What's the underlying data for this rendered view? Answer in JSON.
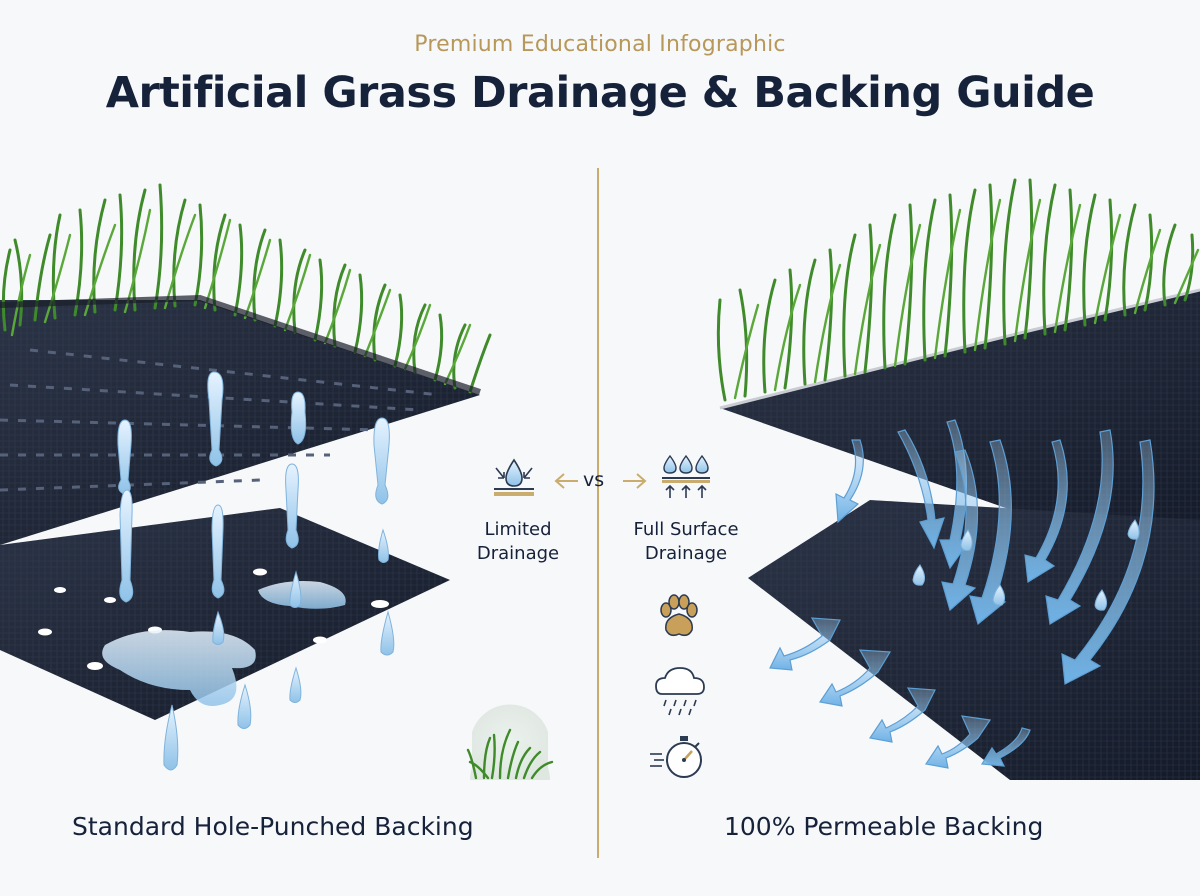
{
  "header": {
    "subtitle": "Premium Educational Infographic",
    "title": "Artificial Grass Drainage & Backing Guide"
  },
  "comparison": {
    "left_label": "Standard Hole-Punched Backing",
    "right_label": "100% Permeable Backing",
    "vs": "vs",
    "left_feature": [
      "Limited",
      "Drainage"
    ],
    "right_feature": [
      "Full Surface",
      "Drainage"
    ]
  },
  "icons": [
    "limited-drainage-icon",
    "full-drainage-icon",
    "paw-icon",
    "rain-cloud-icon",
    "stopwatch-icon",
    "grass-tuft-icon"
  ],
  "colors": {
    "title": "#16213a",
    "subtitle": "#b8985a",
    "accent": "#c9ac6e",
    "grass": "#3f8a2a",
    "backing": "#1e2638",
    "water": "#8fc2e8"
  }
}
